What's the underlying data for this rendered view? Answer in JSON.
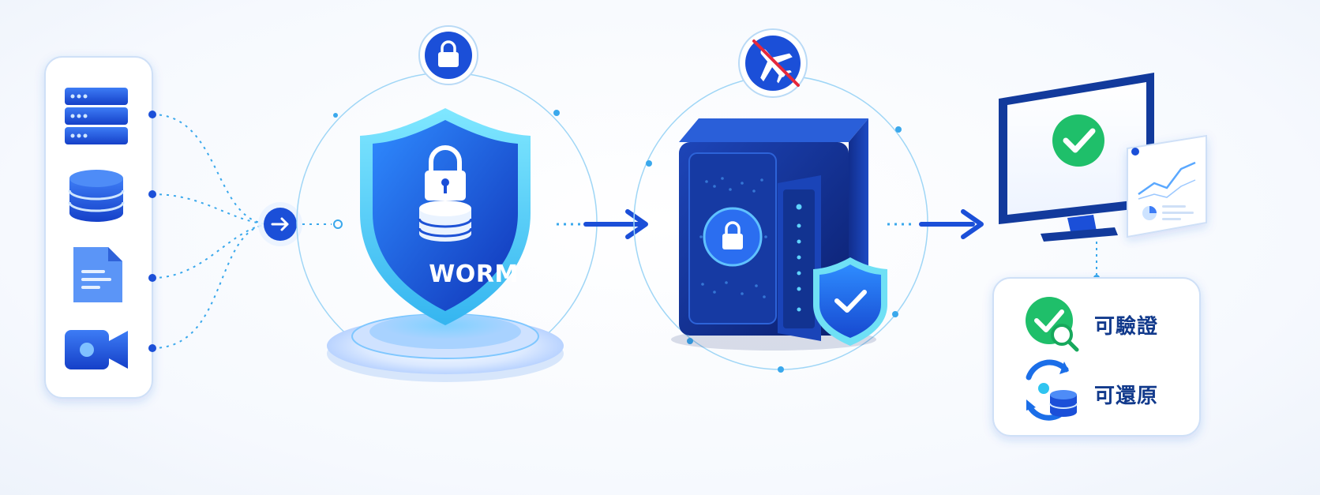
{
  "shield": {
    "label": "WORM"
  },
  "features": [
    {
      "label": "可驗證",
      "icon": "check-search-icon"
    },
    {
      "label": "可還原",
      "icon": "restore-database-icon"
    }
  ],
  "sources": [
    {
      "icon": "server-rack-icon"
    },
    {
      "icon": "database-icon"
    },
    {
      "icon": "document-icon"
    },
    {
      "icon": "video-camera-icon"
    }
  ],
  "badges": [
    {
      "icon": "lock-icon"
    },
    {
      "icon": "no-flight-icon"
    }
  ],
  "colors": {
    "primary": "#1b4fd8",
    "navy": "#0f2f86",
    "accent": "#2fc4f0",
    "success": "#1fbf6a",
    "danger": "#e5283c"
  }
}
